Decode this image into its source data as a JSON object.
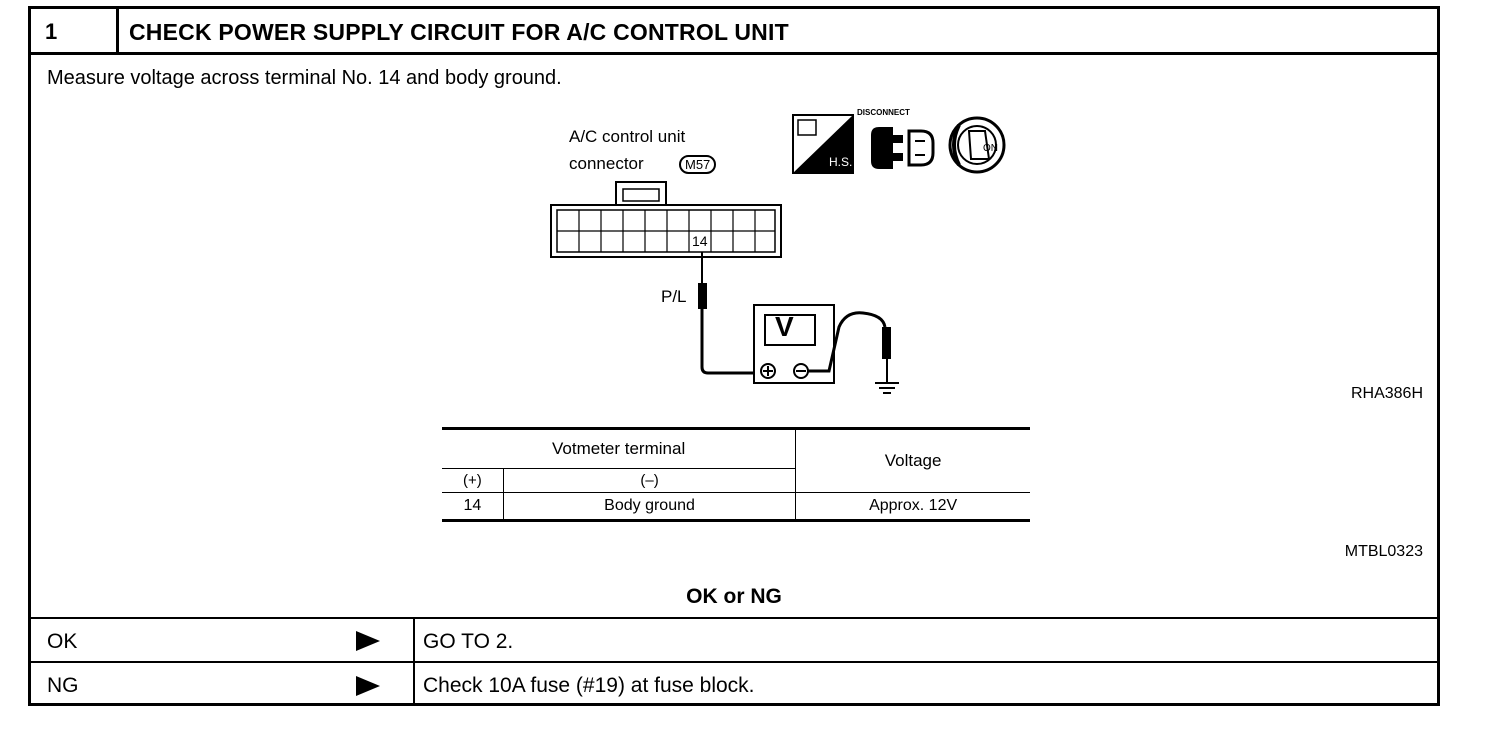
{
  "step": {
    "number": "1",
    "title": "CHECK POWER SUPPLY CIRCUIT FOR A/C CONTROL UNIT"
  },
  "instruction": "Measure voltage across terminal No. 14 and body ground.",
  "diagram": {
    "connector_label_line1": "A/C control unit",
    "connector_label_line2": "connector",
    "connector_id": "M57",
    "terminal": "14",
    "wire_color": "P/L",
    "meter_label": "V",
    "icon_hs": "H.S.",
    "icon_disconnect": "DISCONNECT",
    "icon_on": "ON",
    "figure_code": "RHA386H"
  },
  "spec_table": {
    "header_group": "Votmeter terminal",
    "header_plus": "(+)",
    "header_minus": "(–)",
    "header_voltage": "Voltage",
    "row": {
      "plus": "14",
      "minus": "Body ground",
      "voltage": "Approx. 12V"
    },
    "table_code": "MTBL0323"
  },
  "decision": "OK or NG",
  "results": [
    {
      "label": "OK",
      "action": "GO TO 2."
    },
    {
      "label": "NG",
      "action": "Check 10A fuse (#19) at fuse block."
    }
  ]
}
